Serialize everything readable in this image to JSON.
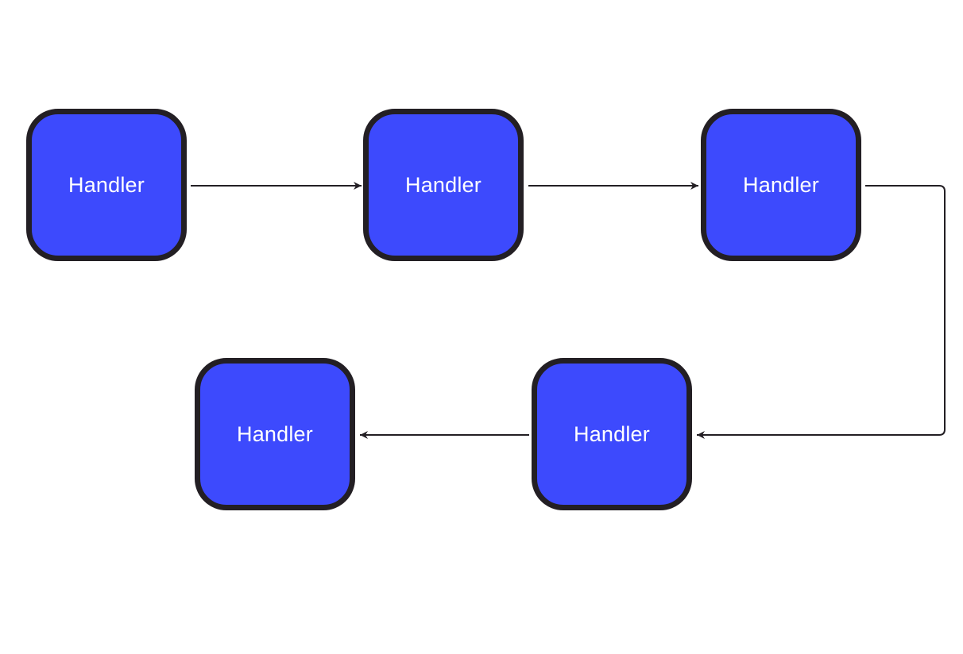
{
  "diagram": {
    "type": "flowchart",
    "colors": {
      "node_fill": "#3d4afd",
      "node_border": "#231f24",
      "node_text": "#ffffff",
      "connector": "#231f24"
    },
    "nodes": [
      {
        "id": "n1",
        "label": "Handler"
      },
      {
        "id": "n2",
        "label": "Handler"
      },
      {
        "id": "n3",
        "label": "Handler"
      },
      {
        "id": "n4",
        "label": "Handler"
      },
      {
        "id": "n5",
        "label": "Handler"
      }
    ],
    "edges": [
      {
        "from": "n1",
        "to": "n2"
      },
      {
        "from": "n2",
        "to": "n3"
      },
      {
        "from": "n3",
        "to": "n4"
      },
      {
        "from": "n4",
        "to": "n5"
      }
    ]
  }
}
